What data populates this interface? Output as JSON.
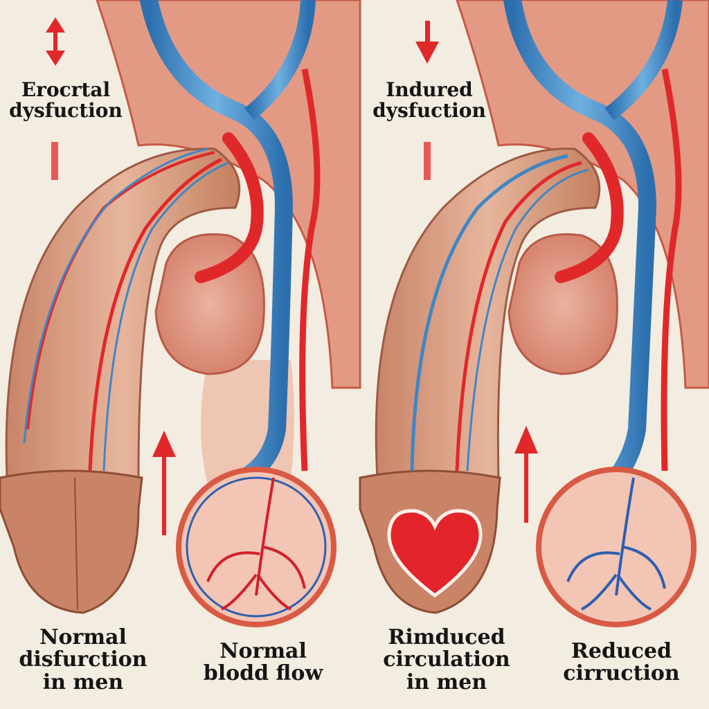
{
  "panels": [
    {
      "top_label": "Erocrtal dysfuction",
      "bottom_left_label": "Normal disfurction in men",
      "bottom_right_label": "Normal blodd flow",
      "glans_icon": "none"
    },
    {
      "top_label": "Indured dysfuction",
      "bottom_left_label": "Rimduced circulation in men",
      "bottom_right_label": "Reduced cirruction",
      "glans_icon": "heart-icon"
    }
  ],
  "colors": {
    "background": "#f3ece0",
    "skin": "#d79a7e",
    "tissue": "#e0826a",
    "artery": "#e0282a",
    "vein": "#3f86c6",
    "text": "#151515"
  }
}
